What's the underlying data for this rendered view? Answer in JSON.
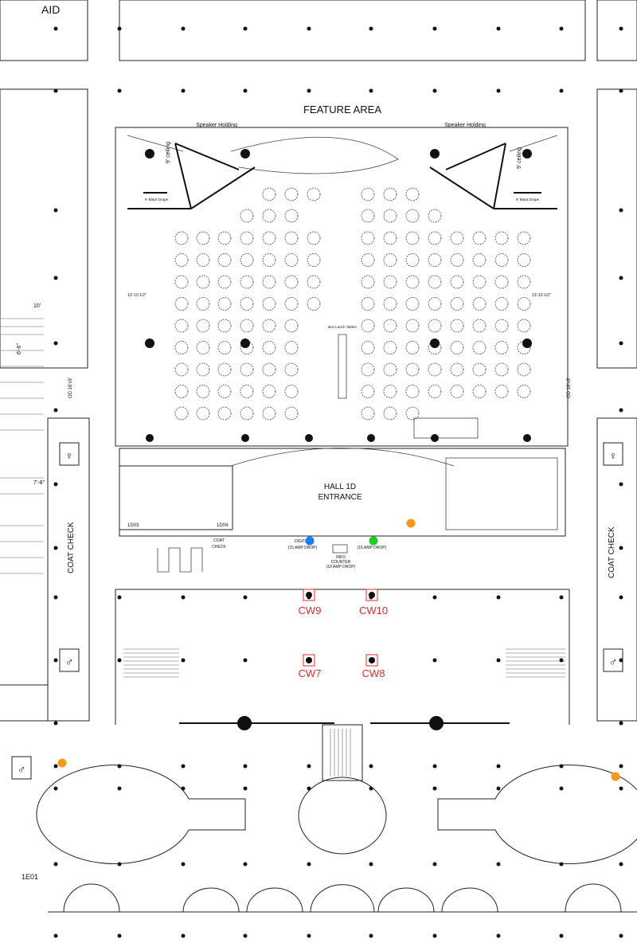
{
  "labels": {
    "aid": "AID",
    "feature_area": "FEATURE AREA",
    "speaker_holding_left": "Speaker Holding",
    "speaker_holding_right": "Speaker Holding",
    "ceiling_left": "9' ceiling",
    "ceiling_right": "9' ceiling",
    "black_drape_left": "8' Black Drape",
    "black_drape_right": "8' Black Drape",
    "hall_line1": "HALL 1D",
    "hall_line2": "ENTRANCE",
    "room_1d03": "1D03",
    "room_1d04": "1D04",
    "coat_check_small_1": "COAT",
    "coat_check_small_2": "CHECK",
    "coat_check_left": "COAT CHECK",
    "coat_check_right": "COAT CHECK",
    "digital_sign": "DIGITAL",
    "drop_15a_left": "(15 AMP DROP)",
    "drop_15a_right": "(15 AMP DROP)",
    "info_1": "INFO",
    "info_2": "COUNTER",
    "info_3": "(10 AMP DROP)",
    "box_lunch": "Box Lunch Tables",
    "dim_left": "13'-10 1/2\"",
    "dim_right": "13'-10 1/2\"",
    "dim_10": "10'",
    "dim_66": "6'-6\"",
    "dim_78": "7'-8\"",
    "od_left": "OD 16'x9'",
    "od_right": "OD 16'x9'",
    "room_1e01": "1E01"
  },
  "markers": {
    "cw9": "CW9",
    "cw10": "CW10",
    "cw7": "CW7",
    "cw8": "CW8"
  },
  "colors": {
    "marker_red": "#e32b2b",
    "dot_blue": "#1a7cf0",
    "dot_green": "#22cc22",
    "dot_orange": "#f39a1e"
  }
}
